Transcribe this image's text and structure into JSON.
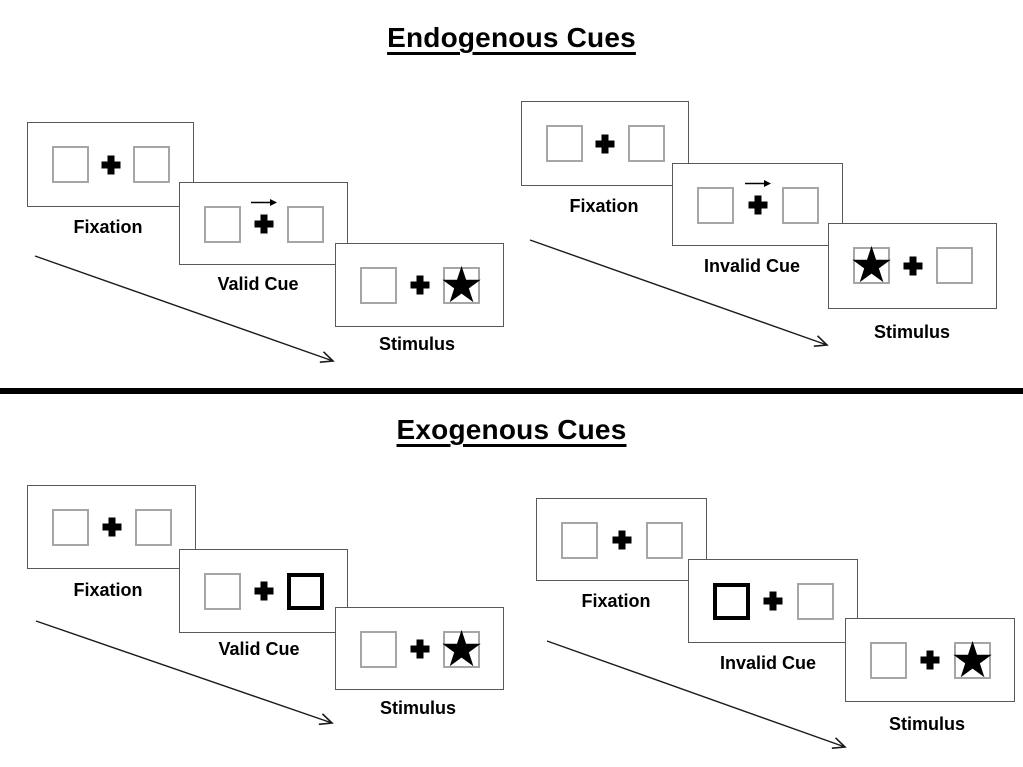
{
  "colors": {
    "background": "#ffffff",
    "box-border": "#595959",
    "square-border": "#a6a6a6",
    "bold-square-border": "#000000",
    "text": "#000000",
    "divider": "#000000",
    "arrow": "#1a1a1a"
  },
  "icons": {
    "star": "★",
    "fixation_cross": "+",
    "cue_arrow_direction": "right"
  },
  "sections": [
    {
      "title": "Endogenous Cues",
      "trials": [
        {
          "name": "valid-trial",
          "frames": [
            {
              "label": "Fixation",
              "type": "fixation"
            },
            {
              "label": "Valid Cue",
              "type": "arrow-cue",
              "cue_direction": "right"
            },
            {
              "label": "Stimulus",
              "type": "stimulus",
              "star_side": "right"
            }
          ]
        },
        {
          "name": "invalid-trial",
          "frames": [
            {
              "label": "Fixation",
              "type": "fixation"
            },
            {
              "label": "Invalid Cue",
              "type": "arrow-cue",
              "cue_direction": "right"
            },
            {
              "label": "Stimulus",
              "type": "stimulus",
              "star_side": "left"
            }
          ]
        }
      ]
    },
    {
      "title": "Exogenous Cues",
      "trials": [
        {
          "name": "valid-trial",
          "frames": [
            {
              "label": "Fixation",
              "type": "fixation"
            },
            {
              "label": "Valid Cue",
              "type": "box-cue",
              "cue_side": "right"
            },
            {
              "label": "Stimulus",
              "type": "stimulus",
              "star_side": "right"
            }
          ]
        },
        {
          "name": "invalid-trial",
          "frames": [
            {
              "label": "Fixation",
              "type": "fixation"
            },
            {
              "label": "Invalid Cue",
              "type": "box-cue",
              "cue_side": "left"
            },
            {
              "label": "Stimulus",
              "type": "stimulus",
              "star_side": "right"
            }
          ]
        }
      ]
    }
  ]
}
